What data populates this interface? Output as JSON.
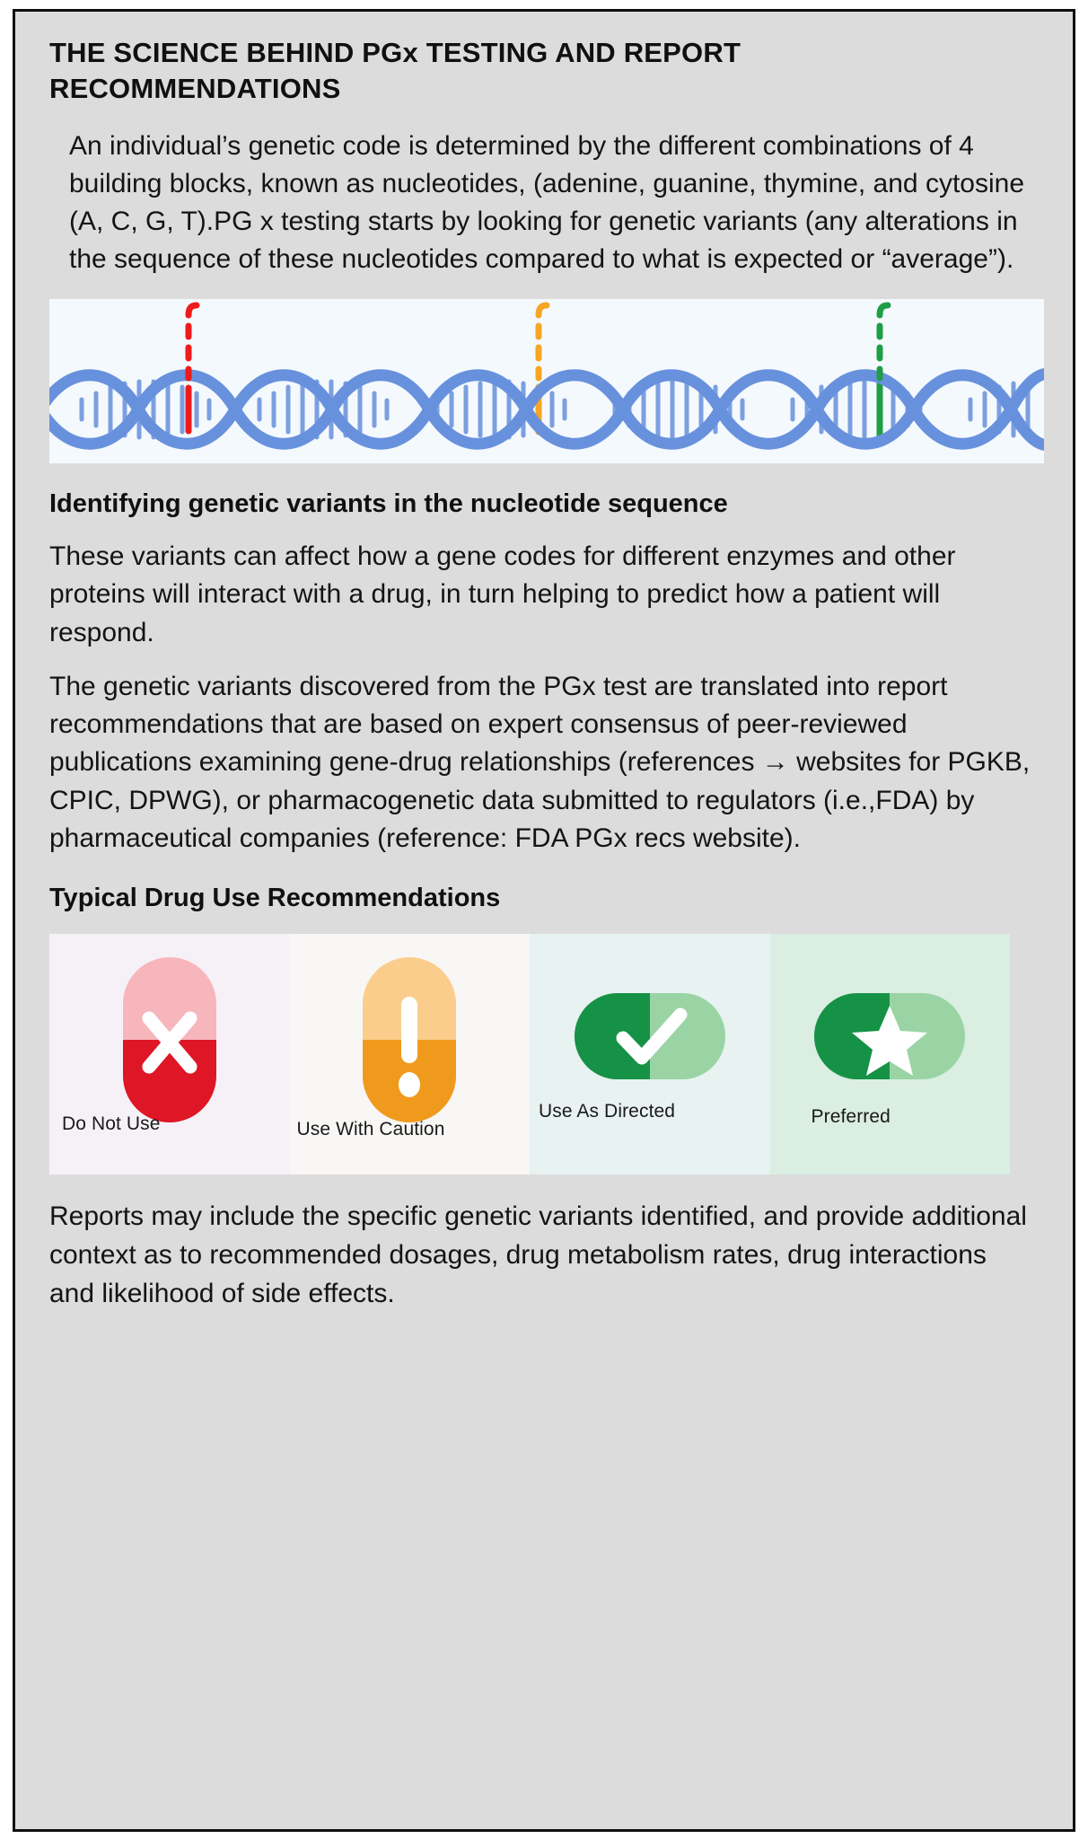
{
  "slide": {
    "title": "THE SCIENCE BEHIND PGx TESTING AND REPORT RECOMMENDATIONS",
    "paragraph_intro": "An individual’s genetic code is determined by the different combinations of 4 building blocks, known as nucleotides, (adenine, guanine, thymine, and cytosine (A, C, G, T).PG x testing starts by looking for genetic variants (any alterations in the sequence of these nucleotides compared to what is expected or “average”).",
    "dna_caption": "Identifying genetic variants in the nucleotide sequence",
    "paragraph_variants": "These variants can affect how a gene codes for different enzymes and other proteins will interact with a drug, in turn helping to predict how a patient will  respond.",
    "paragraph_recommendations": "The genetic variants discovered from the PGx test are translated into report recommendations that are based on expert consensus of peer-reviewed publications examining gene-drug relationships (references → websites for PGKB, CPIC, DPWG), or pharmacogenetic data submitted to regulators (i.e.,FDA) by pharmaceutical companies (reference: FDA PGx recs website).",
    "recommendations_heading": "Typical Drug Use Recommendations",
    "paragraph_closing": "Reports may include the specific genetic variants identified, and provide additional context as to recommended dosages, drug metabolism rates, drug interactions and likelihood of side effects."
  },
  "dna_figure": {
    "icon": "dna-double-helix-icon",
    "background_color": "#f4f9fd",
    "strand_color": "#6891dd",
    "rung_color": "#7b9fe0",
    "variant_markers": [
      {
        "label": "variant-marker-red",
        "color": "#ee1b1b"
      },
      {
        "label": "variant-marker-orange",
        "color": "#f5a623"
      },
      {
        "label": "variant-marker-green",
        "color": "#1f9e46"
      }
    ]
  },
  "recommendations": {
    "items": [
      {
        "label": "Do Not Use",
        "icon": "pill-x-icon",
        "cell_background": "#f6f1f6",
        "pill_light": "#f6b6bc",
        "pill_dark": "#de1626",
        "glyph": "x"
      },
      {
        "label": "Use With Caution",
        "icon": "pill-exclamation-icon",
        "cell_background": "#f8f7f5",
        "pill_light": "#fbcd8c",
        "pill_dark": "#f09a1d",
        "glyph": "!"
      },
      {
        "label": "Use As Directed",
        "icon": "pill-check-icon",
        "cell_background": "#e7f2f1",
        "pill_light": "#9ad4a5",
        "pill_dark": "#169246",
        "glyph": "check"
      },
      {
        "label": "Preferred",
        "icon": "pill-star-icon",
        "cell_background": "#daeee2",
        "pill_light": "#9ad4a5",
        "pill_dark": "#169246",
        "glyph": "star"
      }
    ]
  }
}
